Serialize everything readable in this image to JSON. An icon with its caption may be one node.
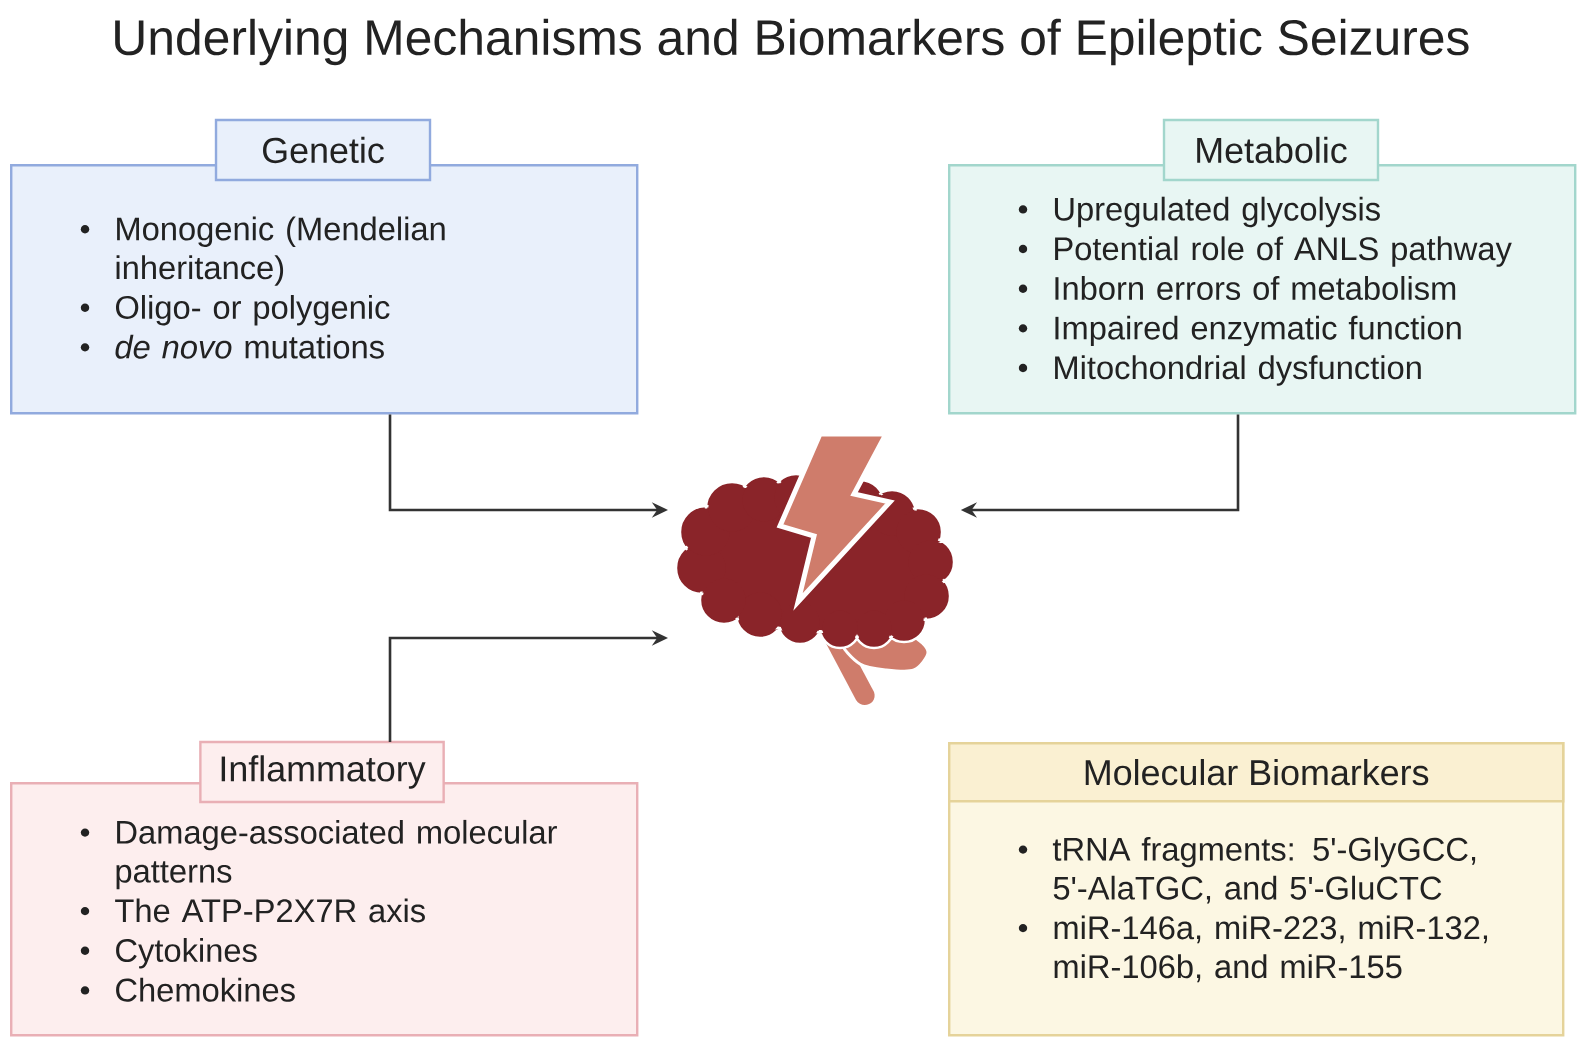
{
  "diagram": {
    "title": "Underlying Mechanisms and Biomarkers of Epileptic Seizures",
    "nodes": [
      {
        "text": [
          "Genetic",
          "Monogenic (Mendelian inheritance)",
          "Oligo- or polygenic",
          "*de novo* mutations"
        ]
      },
      {
        "text": [
          "Metabolic",
          "Upregulated glycolysis",
          "Potential role of ANLS pathway",
          "Inborn errors of metabolism",
          "Impaired enzymatic function",
          "Mitochondrial dysfunction"
        ]
      },
      {
        "text": [],
        "shape": "picture"
      },
      {
        "text": [
          "Inflammatory",
          "Damage-associated molecular patterns",
          "The ATP-P2X7R axis",
          "Cytokines",
          "Chemokines"
        ]
      },
      {
        "text": [
          "Molecular Biomarkers",
          "tRNA fragments: 5'-GlyGCC, 5'-AlaTGC, and 5'-GluCTC",
          "miR-146a, miR-223, miR-132, miR-106b, and miR-155"
        ]
      }
    ],
    "edges": [
      {
        "from": 0,
        "to": 2,
        "arrow": "to"
      },
      {
        "from": 1,
        "to": 2,
        "arrow": "to"
      },
      {
        "from": 3,
        "to": 2,
        "arrow": "to"
      }
    ]
  }
}
